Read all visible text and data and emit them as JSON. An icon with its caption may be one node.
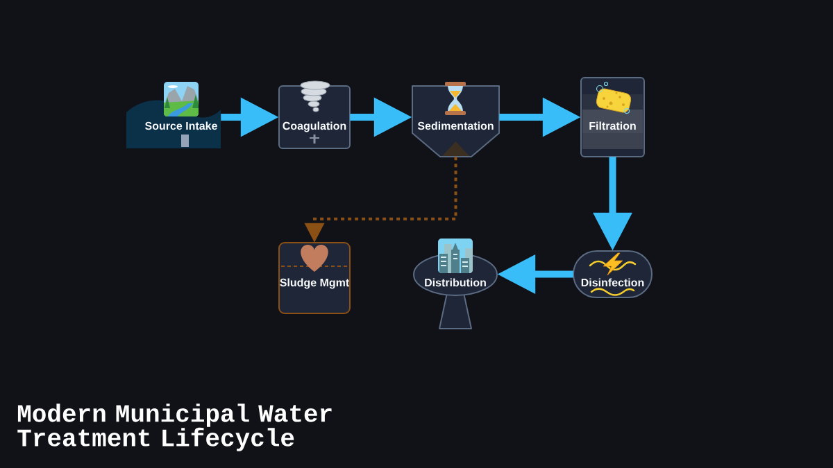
{
  "diagram": {
    "title": "Modern Municipal Water Treatment Lifecycle",
    "nodes": [
      {
        "text": [
          "Source Intake"
        ]
      },
      {
        "text": [
          "Coagulation"
        ]
      },
      {
        "text": [
          "Sedimentation"
        ]
      },
      {
        "text": [
          "Filtration"
        ]
      },
      {
        "text": [
          "Sludge Mgmt"
        ]
      },
      {
        "text": [
          "Distribution"
        ]
      },
      {
        "text": [
          "Disinfection"
        ]
      }
    ],
    "edges": [
      {
        "from": 0,
        "to": 1,
        "arrow": "to"
      },
      {
        "from": 1,
        "to": 2,
        "arrow": "to"
      },
      {
        "from": 2,
        "to": 3,
        "arrow": "to"
      },
      {
        "from": 3,
        "to": 6,
        "arrow": "to"
      },
      {
        "from": 6,
        "to": 5,
        "arrow": "to"
      },
      {
        "from": 2,
        "to": 4,
        "arrow": "to",
        "style": "dashed",
        "color": "#8b5014"
      }
    ]
  }
}
